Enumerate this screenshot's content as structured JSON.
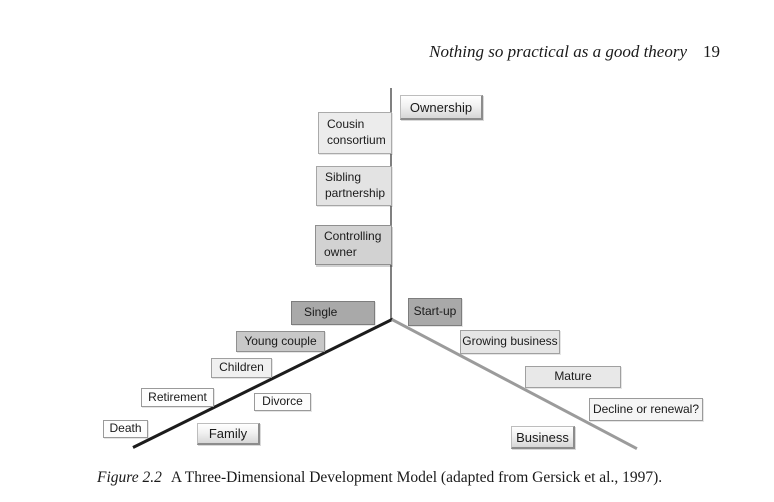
{
  "header": {
    "running_title": "Nothing so practical as a good theory",
    "page_number": "19"
  },
  "figure": {
    "label": "Figure 2.2",
    "caption": "A Three-Dimensional Development Model (adapted from Gersick et al., 1997)."
  },
  "diagram": {
    "axis_labels": {
      "ownership": "Ownership",
      "family": "Family",
      "business": "Business"
    },
    "ownership_stages": [
      {
        "label": "Cousin consortium"
      },
      {
        "label": "Sibling partnership"
      },
      {
        "label": "Controlling owner"
      }
    ],
    "family_stages": [
      {
        "label": "Single"
      },
      {
        "label": "Young couple"
      },
      {
        "label": "Children"
      },
      {
        "label": "Retirement"
      },
      {
        "label": "Divorce"
      },
      {
        "label": "Death"
      }
    ],
    "business_stages": [
      {
        "label": "Start-up"
      },
      {
        "label": "Growing business"
      },
      {
        "label": "Mature"
      },
      {
        "label": "Decline or renewal?"
      }
    ],
    "colors": {
      "stage_darkest": "#a9a9a9",
      "stage_dark": "#c8c8c8",
      "stage_medium": "#d2d2d2",
      "stage_light": "#e5e5e5",
      "stage_lightest": "#fdfdfd",
      "ownership_axis_line": "#808080",
      "family_axis_line": "#1c1c1c",
      "business_axis_line": "#9b9b9b"
    }
  }
}
